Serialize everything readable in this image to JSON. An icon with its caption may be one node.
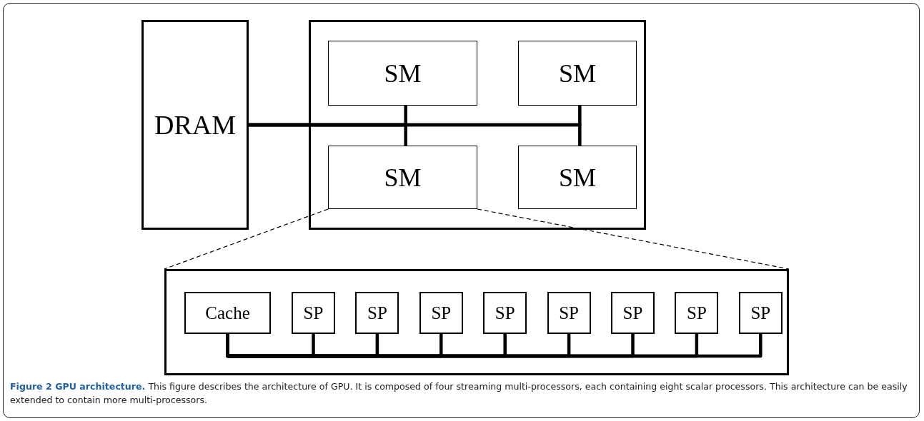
{
  "diagram": {
    "caption": "**Figure 2 GPU architecture.** This figure describes the architecture of GPU. It is composed of four streaming multi-processors, each containing eight scalar processors. This architecture can be easily extended to contain more multi-processors.",
    "nodes": [
      {
        "text": [
          "DRAM"
        ]
      },
      {
        "text": [],
        "shape": "box"
      },
      {
        "text": [
          "SM"
        ],
        "in": 1
      },
      {
        "text": [
          "SM"
        ],
        "in": 1
      },
      {
        "text": [
          "SM"
        ],
        "in": 1
      },
      {
        "text": [
          "SM"
        ],
        "in": 1
      },
      {
        "text": [],
        "shape": "box"
      },
      {
        "text": [
          "Cache"
        ],
        "in": 6
      },
      {
        "text": [
          "SP"
        ],
        "in": 6
      },
      {
        "text": [
          "SP"
        ],
        "in": 6
      },
      {
        "text": [
          "SP"
        ],
        "in": 6
      },
      {
        "text": [
          "SP"
        ],
        "in": 6
      },
      {
        "text": [
          "SP"
        ],
        "in": 6
      },
      {
        "text": [
          "SP"
        ],
        "in": 6
      },
      {
        "text": [
          "SP"
        ],
        "in": 6
      },
      {
        "text": [
          "SP"
        ],
        "in": 6
      }
    ],
    "edges": [
      {
        "from": 0,
        "to": 2,
        "arrow": "none"
      },
      {
        "from": 0,
        "to": 3,
        "arrow": "none"
      },
      {
        "from": 0,
        "to": 4,
        "arrow": "none"
      },
      {
        "from": 0,
        "to": 5,
        "arrow": "none"
      },
      {
        "from": 4,
        "to": 6,
        "arrow": "none",
        "style": "dashed"
      },
      {
        "from": 4,
        "to": 6,
        "arrow": "none",
        "style": "dashed"
      },
      {
        "from": 7,
        "to": 8,
        "arrow": "none"
      },
      {
        "from": 7,
        "to": 9,
        "arrow": "none"
      },
      {
        "from": 7,
        "to": 10,
        "arrow": "none"
      },
      {
        "from": 7,
        "to": 11,
        "arrow": "none"
      },
      {
        "from": 7,
        "to": 12,
        "arrow": "none"
      },
      {
        "from": 7,
        "to": 13,
        "arrow": "none"
      },
      {
        "from": 7,
        "to": 14,
        "arrow": "none"
      },
      {
        "from": 7,
        "to": 15,
        "arrow": "none"
      }
    ]
  }
}
